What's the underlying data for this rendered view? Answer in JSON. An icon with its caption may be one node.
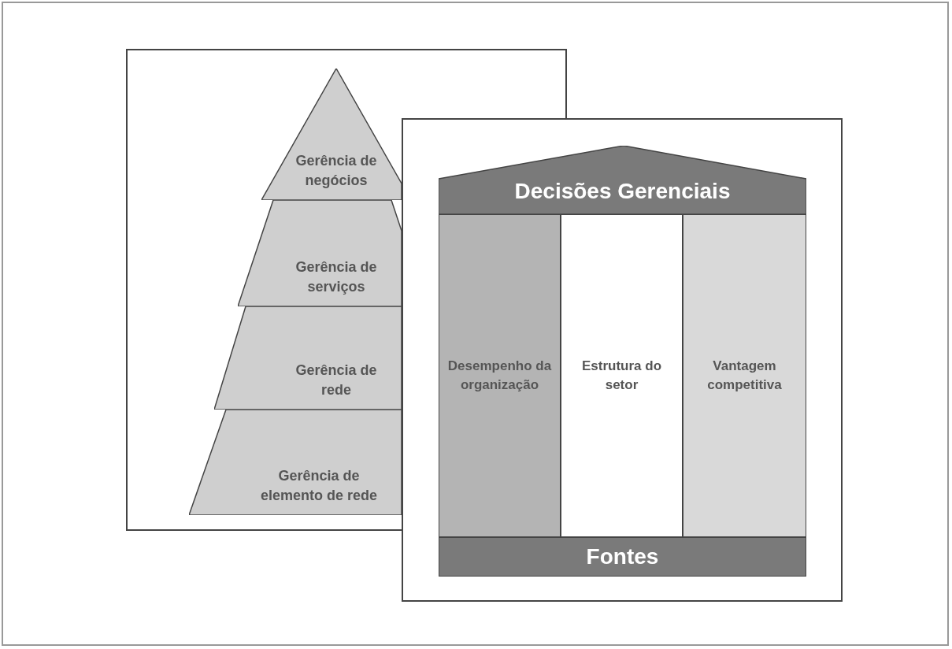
{
  "diagram": {
    "nodes": [
      {
        "text": [],
        "shape": "box"
      },
      {
        "text": [
          "Gerência de negócios"
        ],
        "in": 0
      },
      {
        "text": [
          "Gerência de serviços"
        ],
        "in": 0
      },
      {
        "text": [
          "Gerência de rede"
        ],
        "in": 0
      },
      {
        "text": [
          "Gerência de elemento de rede"
        ],
        "in": 0
      },
      {
        "text": [],
        "shape": "box"
      },
      {
        "text": [
          "Decisões Gerenciais"
        ],
        "in": 5
      },
      {
        "text": [
          "Desempenho da organização"
        ],
        "in": 5
      },
      {
        "text": [
          "Estrutura do setor"
        ],
        "in": 5
      },
      {
        "text": [
          "Vantagem competitiva"
        ],
        "in": 5
      },
      {
        "text": [
          "Fontes"
        ],
        "in": 5
      }
    ]
  }
}
